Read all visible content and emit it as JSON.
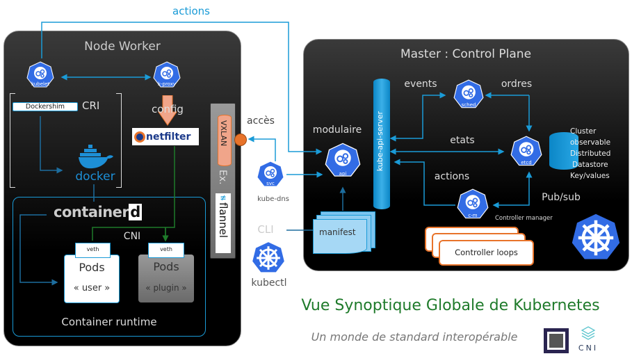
{
  "top_label": "actions",
  "node_worker": {
    "title": "Node Worker",
    "kubelet": "kubelet",
    "kproxy": "k-proxy",
    "dockershim": "Dockershim",
    "cri": "CRI",
    "config": "config",
    "netfilter": "netfilter",
    "docker": "docker",
    "vxlan": "VXLAN",
    "ex": "Ex.",
    "flannel": "flannel",
    "container_runtime": {
      "containerd": "container",
      "containerd_d": "d",
      "cni": "CNI",
      "veth": "veth",
      "pods_user": {
        "title": "Pods",
        "sub": "« user »"
      },
      "pods_plugin": {
        "title": "Pods",
        "sub": "« plugin »"
      },
      "title": "Container runtime"
    }
  },
  "acces": "accès",
  "kube_dns": {
    "icon": "svc",
    "label": "kube-dns"
  },
  "cli": "CLI",
  "kubectl": "kubectl",
  "master": {
    "title": "Master : Control Plane",
    "api_server": "kube-api-server",
    "events": "events",
    "ordres": "ordres",
    "sched": "sched",
    "modulaire": "modulaire",
    "api": "api",
    "etats": "etats",
    "etcd": "etcd",
    "datastore": [
      "Cluster",
      "observable",
      "Distributed",
      "Datastore",
      "Key/values"
    ],
    "actions": "actions",
    "cm": "c-m",
    "pubsub": "Pub/sub",
    "controller_manager": "Controller manager",
    "manifest": "manifest",
    "controller_loops": "Controller loops"
  },
  "title": "Vue Synoptique Globale de Kubernetes",
  "subtitle": "Un monde de standard interopérable",
  "cni_logo": "CNI",
  "colors": {
    "k8s_blue": "#326ce5",
    "line_blue": "#1a9bd7",
    "green": "#1e7a2a",
    "orange": "#e8732a"
  }
}
